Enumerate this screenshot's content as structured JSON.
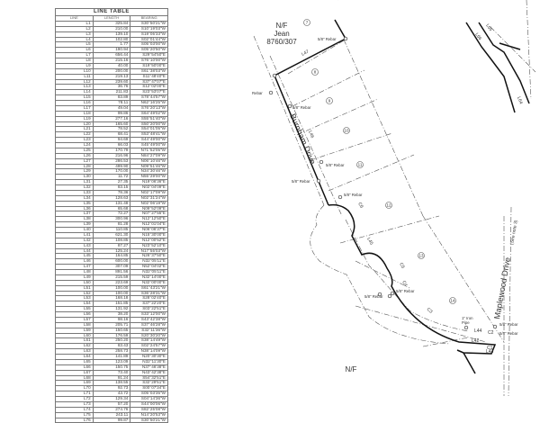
{
  "line_table": {
    "title": "LINE TABLE",
    "columns": [
      "LINE",
      "LENGTH",
      "BEARING"
    ],
    "rows": [
      [
        "L1",
        "325.84",
        "S30°50'21\"W"
      ],
      [
        "L2",
        "210.00",
        "S10°19'03\"W"
      ],
      [
        "L3",
        "139.10",
        "S19°05'33\"W"
      ],
      [
        "L4",
        "102.80",
        "S02°01'44\"W"
      ],
      [
        "L5",
        "1.77",
        "S05°03'00\"W"
      ],
      [
        "L6",
        "190.94",
        "S05°20'50\"W"
      ],
      [
        "L7",
        "656.44",
        "S29°54'50\"E"
      ],
      [
        "L8",
        "215.16",
        "S76°10'00\"W"
      ],
      [
        "L9",
        "40.00",
        "S19°50'00\"E"
      ],
      [
        "L10",
        "200.00",
        "S61°38'03\"W"
      ],
      [
        "L11",
        "219.13",
        "S11°48'40\"E"
      ],
      [
        "L12",
        "239.60",
        "S37°47'07\"E"
      ],
      [
        "L13",
        "36.76",
        "S12°02'00\"E"
      ],
      [
        "L14",
        "211.83",
        "S23°53'07\"E"
      ],
      [
        "L15",
        "83.89",
        "S78°44'57\"W"
      ],
      [
        "L16",
        "78.11",
        "N62°16'25\"W"
      ],
      [
        "L17",
        "49.04",
        "S76°20'13\"W"
      ],
      [
        "L18",
        "99.86",
        "S64°49'02\"W"
      ],
      [
        "L19",
        "277.16",
        "S55°51'40\"W"
      ],
      [
        "L20",
        "165.60",
        "S50°20'00\"W"
      ],
      [
        "L21",
        "78.52",
        "S54°01'05\"W"
      ],
      [
        "L22",
        "68.41",
        "S53°48'41\"W"
      ],
      [
        "L23",
        "94.69",
        "S44°49'00\"W"
      ],
      [
        "L24",
        "66.03",
        "S45°49'00\"W"
      ],
      [
        "L25",
        "170.79",
        "N71°52'05\"W"
      ],
      [
        "L26",
        "216.96",
        "N84°27'09\"W"
      ],
      [
        "L27",
        "286.53",
        "N06°10'46\"W"
      ],
      [
        "L28",
        "499.90",
        "N09°51'46\"W"
      ],
      [
        "L29",
        "170.00",
        "N34°30'46\"W"
      ],
      [
        "L30",
        "11.72",
        "N55°29'00\"W"
      ],
      [
        "L31",
        "27.35",
        "N19°06'36\"E"
      ],
      [
        "L32",
        "83.15",
        "N02°04'09\"E"
      ],
      [
        "L33",
        "78.36",
        "N02°17'09\"W"
      ],
      [
        "L34",
        "128.63",
        "N02°31'24\"W"
      ],
      [
        "L35",
        "131.48",
        "N02°06'19\"W"
      ],
      [
        "L36",
        "65.68",
        "N09°52'09\"E"
      ],
      [
        "L37",
        "72.27",
        "N07°27'55\"E"
      ],
      [
        "L38",
        "300.96",
        "N12°12'50\"E"
      ],
      [
        "L39",
        "81.28",
        "N12°01'04\"E"
      ],
      [
        "L40",
        "110.85",
        "N06°06'37\"E"
      ],
      [
        "L41",
        "621.30",
        "N15°30'00\"E"
      ],
      [
        "L42",
        "108.85",
        "N12°00'52\"E"
      ],
      [
        "L43",
        "87.27",
        "N23°52'10\"E"
      ],
      [
        "L44",
        "125.24",
        "N17°55'03\"W"
      ],
      [
        "L45",
        "164.85",
        "N26°37'50\"E"
      ],
      [
        "L46",
        "600.00",
        "N32°05'11\"E"
      ],
      [
        "L47",
        "307.09",
        "N52°04'02\"E"
      ],
      [
        "L48",
        "891.56",
        "N32°05'11\"E"
      ],
      [
        "L49",
        "215.59",
        "N32°14'00\"E"
      ],
      [
        "L50",
        "223.69",
        "N32°00'00\"E"
      ],
      [
        "L51",
        "100.00",
        "S61°43'21\"W"
      ],
      [
        "L52",
        "100.00",
        "S36°28'31\"W"
      ],
      [
        "L53",
        "168.18",
        "S28°02'40\"E"
      ],
      [
        "L54",
        "151.85",
        "S37°22'20\"E"
      ],
      [
        "L55",
        "131.92",
        "S03°22'51\"E"
      ],
      [
        "L56",
        "38.20",
        "S33°12'00\"W"
      ],
      [
        "L57",
        "98.16",
        "S43°42'38\"W"
      ],
      [
        "L58",
        "205.71",
        "S37°46'28\"W"
      ],
      [
        "L59",
        "150.65",
        "S32°11'36\"W"
      ],
      [
        "L60",
        "176.59",
        "S20°30'20\"W"
      ],
      [
        "L61",
        "250.20",
        "S38°14'49\"W"
      ],
      [
        "L62",
        "83.43",
        "S02°24'57\"W"
      ],
      [
        "L63",
        "258.73",
        "N38°14'09\"W"
      ],
      [
        "L64",
        "141.89",
        "N20°30'30\"E"
      ],
      [
        "L65",
        "123.09",
        "N32°11'30\"E"
      ],
      [
        "L66",
        "150.75",
        "N37°46'38\"E"
      ],
      [
        "L67",
        "73.40",
        "N43°42'38\"E"
      ],
      [
        "L68",
        "91.24",
        "S54°32'51\"E"
      ],
      [
        "L69",
        "138.55",
        "S32°29'51\"E"
      ],
      [
        "L70",
        "92.73",
        "S00°07'34\"E"
      ],
      [
        "L71",
        "43.72",
        "S05°03'35\"W"
      ],
      [
        "L72",
        "129.34",
        "S04°14'36\"W"
      ],
      [
        "L73",
        "57.20",
        "S44°00'06\"W"
      ],
      [
        "L74",
        "274.76",
        "S82°25'08\"W"
      ],
      [
        "L75",
        "243.11",
        "N14°20'53\"W"
      ],
      [
        "L76",
        "99.87",
        "S30°50'21\"W"
      ]
    ]
  },
  "plat": {
    "adjoiner_top": {
      "label": "N/F",
      "name": "Jean",
      "deed": "8760/307"
    },
    "adjoiner_bottom": {
      "label": "N/F"
    },
    "roads": [
      {
        "name": "Burnham Drive"
      },
      {
        "name": "Maplewood Drive",
        "note": "(See note 3)"
      }
    ],
    "lots": [
      "7",
      "8",
      "9",
      "10",
      "11",
      "12",
      "13",
      "14"
    ],
    "line_labels": [
      "L47",
      "L46",
      "L45",
      "C6",
      "C5",
      "C4",
      "C3",
      "L44",
      "L43",
      "L42",
      "C2",
      "C1",
      "L65",
      "L66",
      "L64"
    ],
    "monuments": {
      "rebar_58": "5/8\" Rebar",
      "rebar": "Rebar",
      "iron_pipe_1": "1\" Iron",
      "iron_pipe_2": "Pipe"
    }
  }
}
